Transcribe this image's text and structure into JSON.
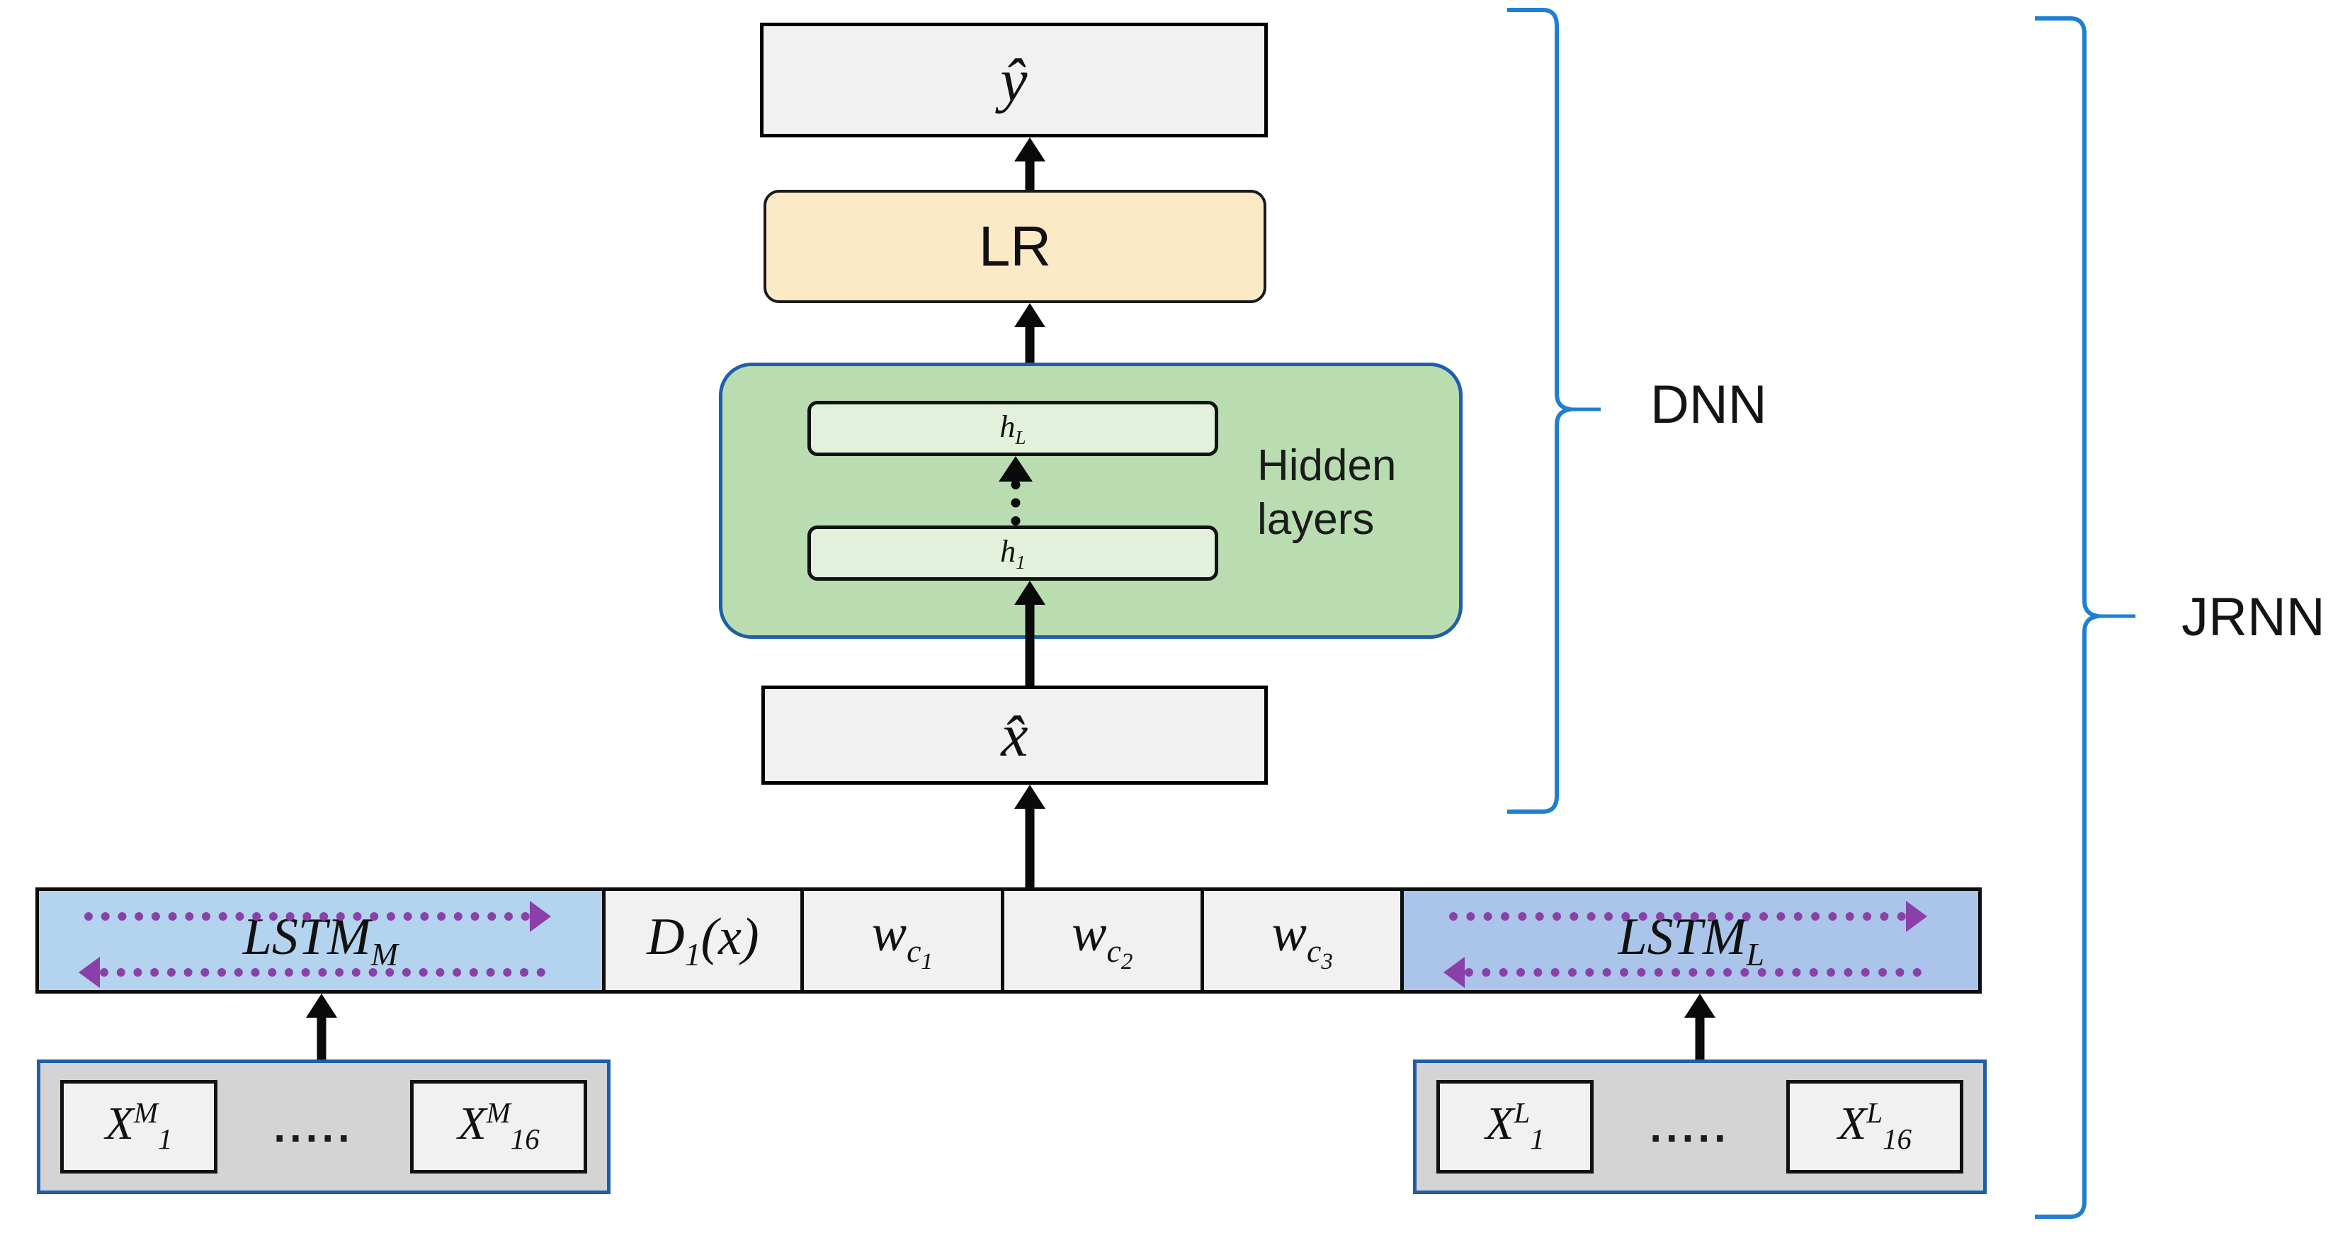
{
  "diagram": {
    "title": "JRNN architecture block diagram",
    "colors": {
      "lstm_m_fill": "#B3D3EE",
      "lstm_l_fill": "#AAC5E9",
      "lr_fill": "#FCE9C6",
      "hidden_container_fill": "#B9DDB0",
      "hidden_layer_fill": "#E2F0DC",
      "grey_box_fill": "#F1F1F1",
      "input_group_fill": "#D4D4D4",
      "brace_blue": "#1F7FD4",
      "container_border_blue": "#1F5FA9",
      "recurrent_arrow_purple": "#8B3FA8",
      "arrow_black": "#0A0A0A"
    },
    "output_box": {
      "label": "ŷ",
      "name": "y-hat"
    },
    "lr_box": {
      "label": "LR"
    },
    "hidden_block": {
      "caption_line1": "Hidden",
      "caption_line2": "layers",
      "layers": [
        {
          "label_base": "h",
          "label_sub": "L"
        },
        {
          "label_base": "h",
          "label_sub": "1"
        }
      ],
      "between_layers_connector": "dotted-up-arrow"
    },
    "feature_box": {
      "label": "x̂",
      "name": "x-hat"
    },
    "sequence_bar": {
      "cells": [
        {
          "kind": "lstm",
          "base": "LSTM",
          "sub": "M",
          "fill": "#B3D3EE",
          "bidirectional": true
        },
        {
          "kind": "plain",
          "base": "D",
          "sub": "1",
          "tail": "(x)",
          "fill": "#F1F1F1"
        },
        {
          "kind": "plain",
          "base": "w",
          "sub": "c",
          "subsub": "1",
          "fill": "#F1F1F1"
        },
        {
          "kind": "plain",
          "base": "w",
          "sub": "c",
          "subsub": "2",
          "fill": "#F1F1F1"
        },
        {
          "kind": "plain",
          "base": "w",
          "sub": "c",
          "subsub": "3",
          "fill": "#F1F1F1"
        },
        {
          "kind": "lstm",
          "base": "LSTM",
          "sub": "L",
          "fill": "#AAC5E9",
          "bidirectional": true
        }
      ]
    },
    "input_groups": [
      {
        "name": "input-group-m",
        "first": {
          "base": "X",
          "sub": "1",
          "sup": "M"
        },
        "ellipsis": ".....",
        "last": {
          "base": "X",
          "sub": "16",
          "sup": "M"
        }
      },
      {
        "name": "input-group-l",
        "first": {
          "base": "X",
          "sub": "1",
          "sup": "L"
        },
        "ellipsis": ".....",
        "last": {
          "base": "X",
          "sub": "16",
          "sup": "L"
        }
      }
    ],
    "braces": [
      {
        "label": "DNN",
        "spans": "from x̂ box up to ŷ box"
      },
      {
        "label": "JRNN",
        "spans": "whole diagram"
      }
    ]
  }
}
